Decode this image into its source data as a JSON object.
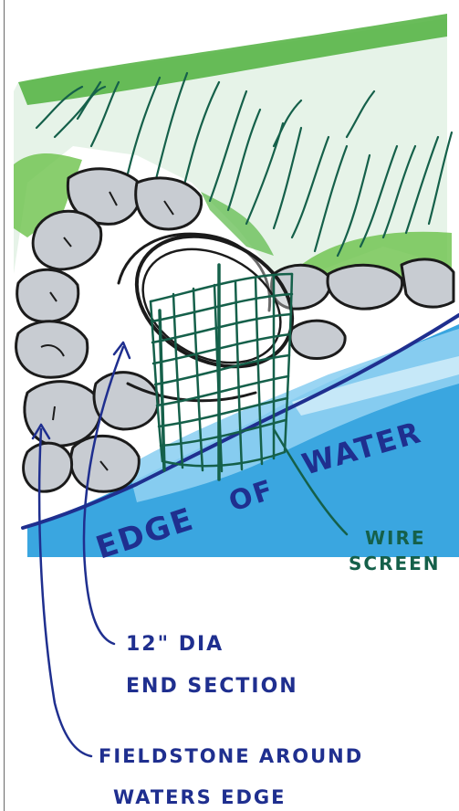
{
  "labels": {
    "edge_word_1": "EDGE",
    "edge_word_2": "OF",
    "edge_word_3": "WATER",
    "wire_screen_line1": "WIRE",
    "wire_screen_line2": "SCREEN",
    "end_section_line1": "12\" DIA",
    "end_section_line2": "END SECTION",
    "fieldstone_line1": "FIELDSTONE AROUND",
    "fieldstone_line2": "WATERS EDGE"
  },
  "colors": {
    "ink_blue": "#1f2f8f",
    "ink_green": "#15604a",
    "grass_green": "#4fb03d",
    "water_blue": "#3aa6e0",
    "stone_gray": "#c8ccd2",
    "ink_black": "#1b1b1b"
  }
}
